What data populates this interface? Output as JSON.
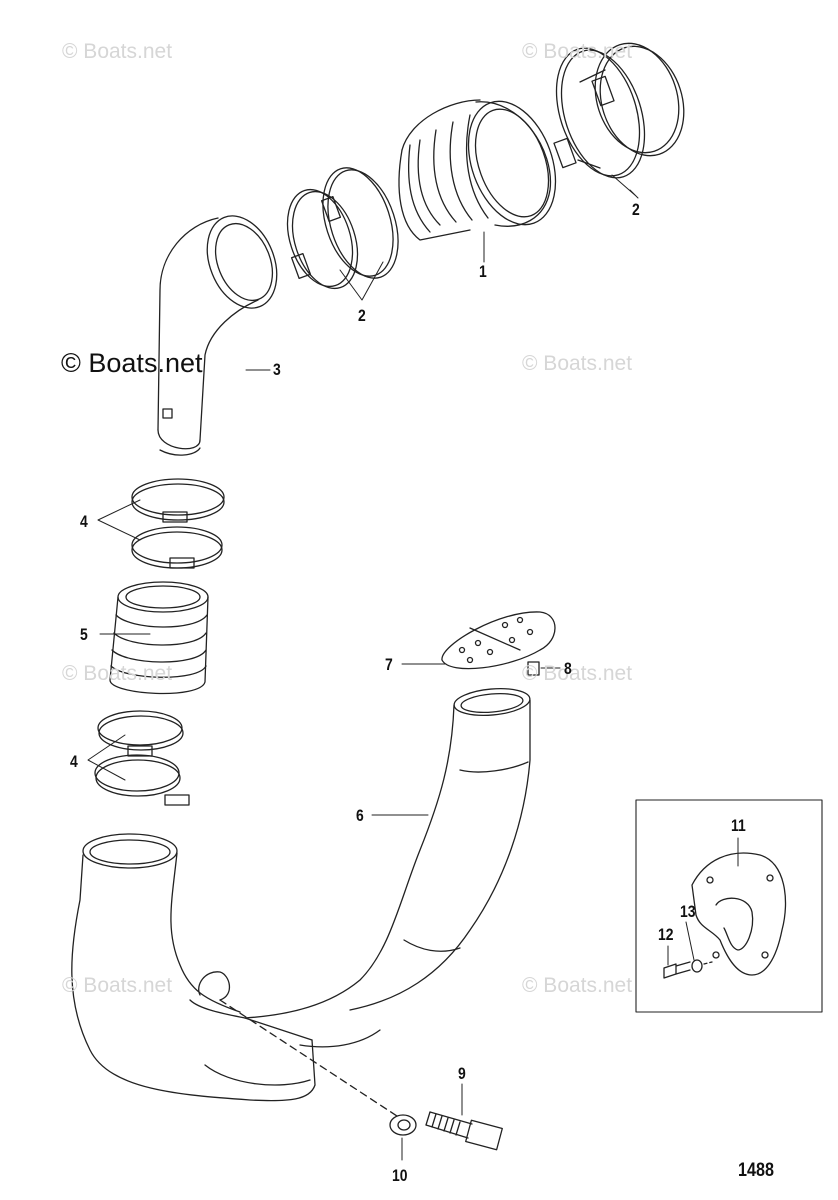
{
  "watermarks": {
    "small": "© Boats.net",
    "main": "© Boats.net"
  },
  "callouts": {
    "c1": "1",
    "c2a": "2",
    "c2b": "2",
    "c3": "3",
    "c4a": "4",
    "c4b": "4",
    "c5": "5",
    "c6": "6",
    "c7": "7",
    "c8": "8",
    "c9": "9",
    "c10": "10",
    "c11": "11",
    "c12": "12",
    "c13": "13"
  },
  "figure_number": "1488",
  "colors": {
    "line": "#222222",
    "watermark": "#d6d6d6"
  }
}
